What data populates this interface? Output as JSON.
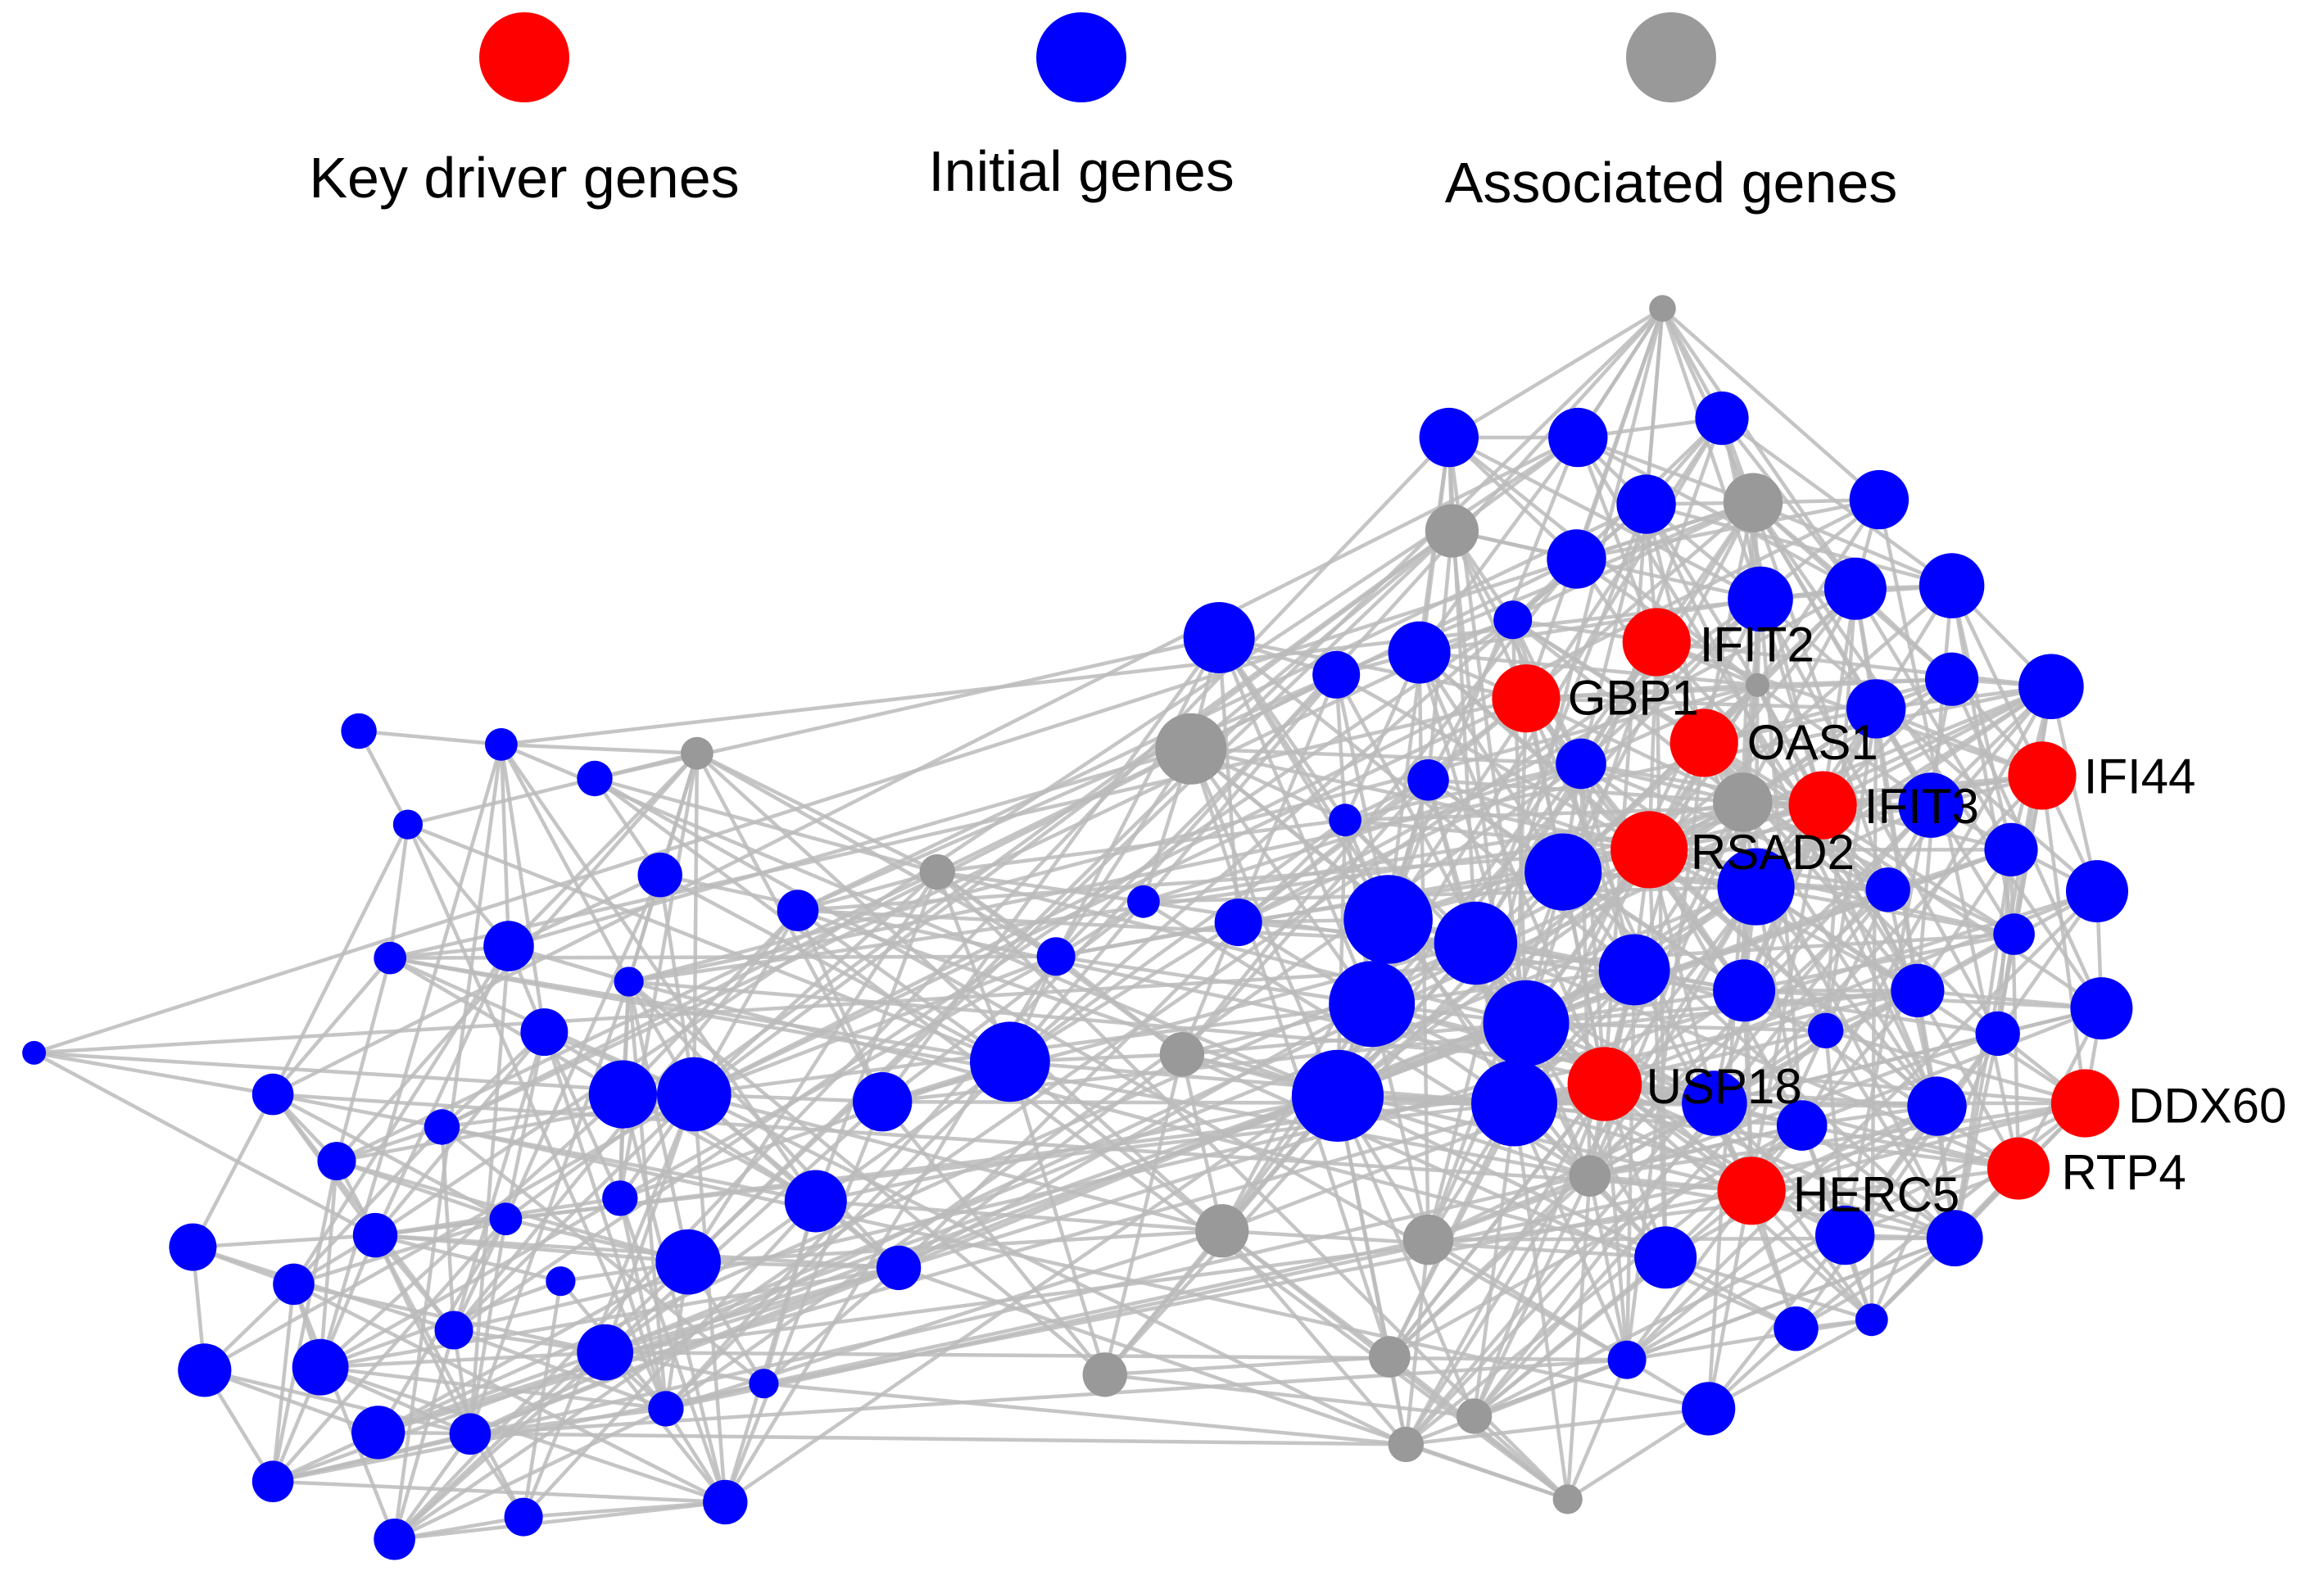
{
  "legend": {
    "key_driver": {
      "label": "Key driver genes",
      "color": "#ff0000"
    },
    "initial": {
      "label": "Initial genes",
      "color": "#0000ff"
    },
    "associated": {
      "label": "Associated genes",
      "color": "#999999"
    }
  },
  "edge_color": "#bbbbbb",
  "key_driver_genes": [
    "IFIT2",
    "GBP1",
    "OAS1",
    "IFI44",
    "IFIT3",
    "RSAD2",
    "USP18",
    "DDX60",
    "RTP4",
    "HERC5"
  ]
}
